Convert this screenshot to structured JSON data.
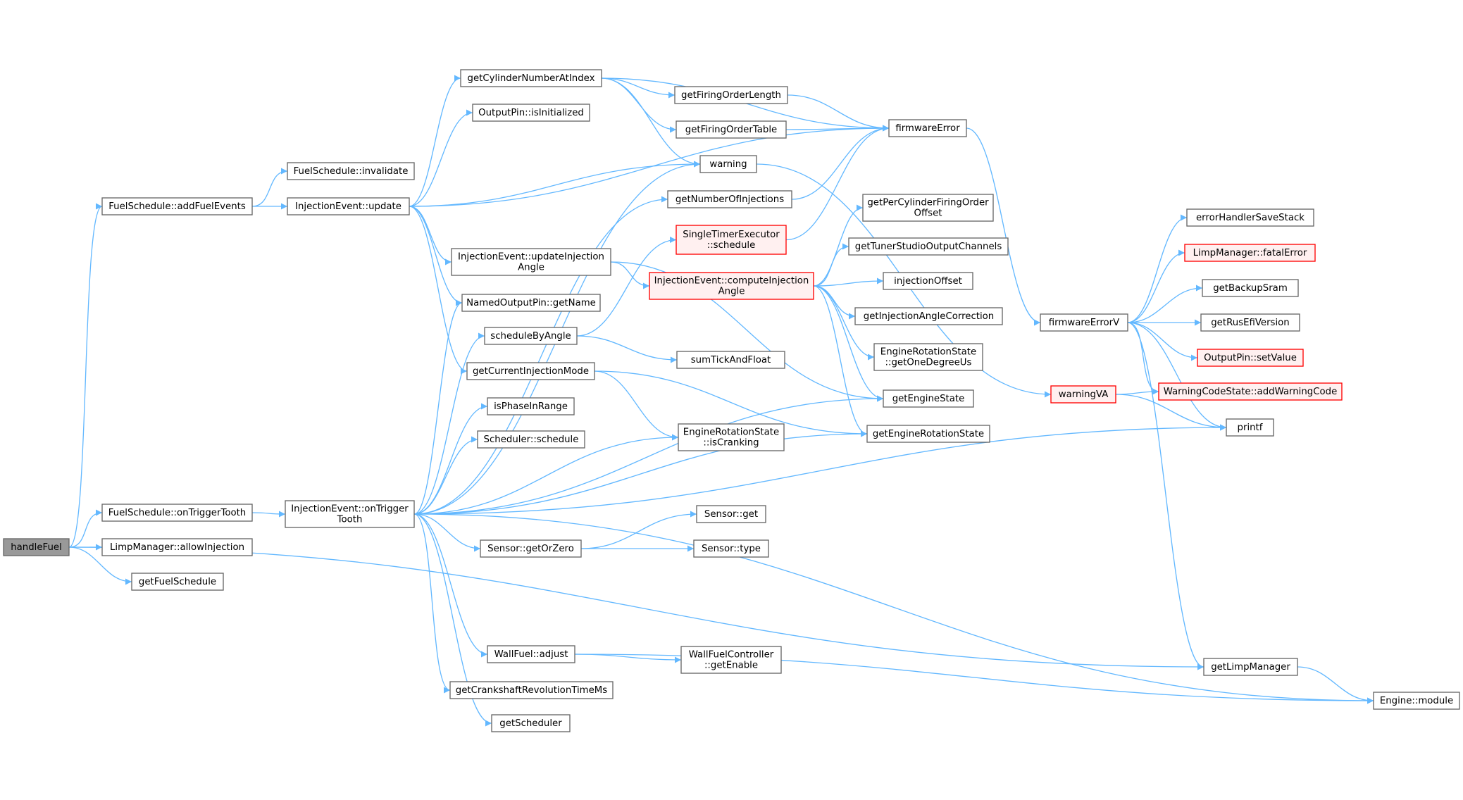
{
  "colors": {
    "edge": "#63b8ff",
    "node_fill": "#ffffff",
    "node_border": "#666666",
    "root_fill": "#999999",
    "root_border": "#666666",
    "alert_fill": "#fff0f0",
    "alert_border": "#ff0000"
  },
  "nodes": [
    {
      "id": "handleFuel",
      "lines": [
        "handleFuel"
      ],
      "style": "root"
    },
    {
      "id": "addFuelEvents",
      "lines": [
        "FuelSchedule::addFuelEvents"
      ],
      "style": "normal"
    },
    {
      "id": "onTriggerToothFS",
      "lines": [
        "FuelSchedule::onTriggerTooth"
      ],
      "style": "normal"
    },
    {
      "id": "allowInjection",
      "lines": [
        "LimpManager::allowInjection"
      ],
      "style": "normal"
    },
    {
      "id": "getFuelSchedule",
      "lines": [
        "getFuelSchedule"
      ],
      "style": "normal"
    },
    {
      "id": "invalidate",
      "lines": [
        "FuelSchedule::invalidate"
      ],
      "style": "normal"
    },
    {
      "id": "ieUpdate",
      "lines": [
        "InjectionEvent::update"
      ],
      "style": "normal"
    },
    {
      "id": "ieOnTriggerTooth",
      "lines": [
        "InjectionEvent::onTrigger",
        "Tooth"
      ],
      "style": "normal"
    },
    {
      "id": "getCylinderNumberAtIndex",
      "lines": [
        "getCylinderNumberAtIndex"
      ],
      "style": "normal"
    },
    {
      "id": "isInitialized",
      "lines": [
        "OutputPin::isInitialized"
      ],
      "style": "normal"
    },
    {
      "id": "updateInjectionAngle",
      "lines": [
        "InjectionEvent::updateInjection",
        "Angle"
      ],
      "style": "normal"
    },
    {
      "id": "getName",
      "lines": [
        "NamedOutputPin::getName"
      ],
      "style": "normal"
    },
    {
      "id": "scheduleByAngle",
      "lines": [
        "scheduleByAngle"
      ],
      "style": "normal"
    },
    {
      "id": "getCurrentInjectionMode",
      "lines": [
        "getCurrentInjectionMode"
      ],
      "style": "normal"
    },
    {
      "id": "isPhaseInRange",
      "lines": [
        "isPhaseInRange"
      ],
      "style": "normal"
    },
    {
      "id": "schedulerSchedule",
      "lines": [
        "Scheduler::schedule"
      ],
      "style": "normal"
    },
    {
      "id": "getOrZero",
      "lines": [
        "Sensor::getOrZero"
      ],
      "style": "normal"
    },
    {
      "id": "wallAdjust",
      "lines": [
        "WallFuel::adjust"
      ],
      "style": "normal"
    },
    {
      "id": "getCrankshaftRevolutionTimeMs",
      "lines": [
        "getCrankshaftRevolutionTimeMs"
      ],
      "style": "normal"
    },
    {
      "id": "getScheduler",
      "lines": [
        "getScheduler"
      ],
      "style": "normal"
    },
    {
      "id": "getFiringOrderLength",
      "lines": [
        "getFiringOrderLength"
      ],
      "style": "normal"
    },
    {
      "id": "getFiringOrderTable",
      "lines": [
        "getFiringOrderTable"
      ],
      "style": "normal"
    },
    {
      "id": "warning",
      "lines": [
        "warning"
      ],
      "style": "normal"
    },
    {
      "id": "getNumberOfInjections",
      "lines": [
        "getNumberOfInjections"
      ],
      "style": "normal"
    },
    {
      "id": "stSchedule",
      "lines": [
        "SingleTimerExecutor",
        "::schedule"
      ],
      "style": "alert"
    },
    {
      "id": "computeInjectionAngle",
      "lines": [
        "InjectionEvent::computeInjection",
        "Angle"
      ],
      "style": "alert"
    },
    {
      "id": "sumTickAndFloat",
      "lines": [
        "sumTickAndFloat"
      ],
      "style": "normal"
    },
    {
      "id": "isCranking",
      "lines": [
        "EngineRotationState",
        "::isCranking"
      ],
      "style": "normal"
    },
    {
      "id": "sensorGet",
      "lines": [
        "Sensor::get"
      ],
      "style": "normal"
    },
    {
      "id": "sensorType",
      "lines": [
        "Sensor::type"
      ],
      "style": "normal"
    },
    {
      "id": "wallGetEnable",
      "lines": [
        "WallFuelController",
        "::getEnable"
      ],
      "style": "normal"
    },
    {
      "id": "firmwareError",
      "lines": [
        "firmwareError"
      ],
      "style": "normal"
    },
    {
      "id": "getPerCylinderFiringOrderOffset",
      "lines": [
        "getPerCylinderFiringOrder",
        "Offset"
      ],
      "style": "normal"
    },
    {
      "id": "getTunerStudioOutputChannels",
      "lines": [
        "getTunerStudioOutputChannels"
      ],
      "style": "normal"
    },
    {
      "id": "injectionOffset",
      "lines": [
        "injectionOffset"
      ],
      "style": "normal"
    },
    {
      "id": "getInjectionAngleCorrection",
      "lines": [
        "getInjectionAngleCorrection"
      ],
      "style": "normal"
    },
    {
      "id": "getOneDegreeUs",
      "lines": [
        "EngineRotationState",
        "::getOneDegreeUs"
      ],
      "style": "normal"
    },
    {
      "id": "getEngineState",
      "lines": [
        "getEngineState"
      ],
      "style": "normal"
    },
    {
      "id": "getEngineRotationState",
      "lines": [
        "getEngineRotationState"
      ],
      "style": "normal"
    },
    {
      "id": "firmwareErrorV",
      "lines": [
        "firmwareErrorV"
      ],
      "style": "normal"
    },
    {
      "id": "warningVA",
      "lines": [
        "warningVA"
      ],
      "style": "alert"
    },
    {
      "id": "getLimpManager",
      "lines": [
        "getLimpManager"
      ],
      "style": "normal"
    },
    {
      "id": "errorHandlerSaveStack",
      "lines": [
        "errorHandlerSaveStack"
      ],
      "style": "normal"
    },
    {
      "id": "fatalError",
      "lines": [
        "LimpManager::fatalError"
      ],
      "style": "alert"
    },
    {
      "id": "getBackupSram",
      "lines": [
        "getBackupSram"
      ],
      "style": "normal"
    },
    {
      "id": "getRusEfiVersion",
      "lines": [
        "getRusEfiVersion"
      ],
      "style": "normal"
    },
    {
      "id": "setValue",
      "lines": [
        "OutputPin::setValue"
      ],
      "style": "alert"
    },
    {
      "id": "addWarningCode",
      "lines": [
        "WarningCodeState::addWarningCode"
      ],
      "style": "alert"
    },
    {
      "id": "printf",
      "lines": [
        "printf"
      ],
      "style": "normal"
    },
    {
      "id": "engineModule",
      "lines": [
        "Engine::module"
      ],
      "style": "normal"
    }
  ],
  "edges": [
    [
      "handleFuel",
      "addFuelEvents"
    ],
    [
      "handleFuel",
      "onTriggerToothFS"
    ],
    [
      "handleFuel",
      "allowInjection"
    ],
    [
      "handleFuel",
      "getFuelSchedule"
    ],
    [
      "handleFuel",
      "getLimpManager"
    ],
    [
      "addFuelEvents",
      "invalidate"
    ],
    [
      "addFuelEvents",
      "ieUpdate"
    ],
    [
      "onTriggerToothFS",
      "ieOnTriggerTooth"
    ],
    [
      "ieUpdate",
      "getCylinderNumberAtIndex"
    ],
    [
      "ieUpdate",
      "isInitialized"
    ],
    [
      "ieUpdate",
      "firmwareError"
    ],
    [
      "ieUpdate",
      "warning"
    ],
    [
      "ieUpdate",
      "updateInjectionAngle"
    ],
    [
      "ieUpdate",
      "getName"
    ],
    [
      "ieUpdate",
      "getCurrentInjectionMode"
    ],
    [
      "getCylinderNumberAtIndex",
      "getFiringOrderLength"
    ],
    [
      "getCylinderNumberAtIndex",
      "getFiringOrderTable"
    ],
    [
      "getCylinderNumberAtIndex",
      "firmwareError"
    ],
    [
      "getCylinderNumberAtIndex",
      "warning"
    ],
    [
      "getFiringOrderLength",
      "firmwareError"
    ],
    [
      "getFiringOrderTable",
      "firmwareError"
    ],
    [
      "getNumberOfInjections",
      "firmwareError"
    ],
    [
      "stSchedule",
      "firmwareError"
    ],
    [
      "warning",
      "warningVA"
    ],
    [
      "updateInjectionAngle",
      "computeInjectionAngle"
    ],
    [
      "updateInjectionAngle",
      "getEngineState"
    ],
    [
      "computeInjectionAngle",
      "getPerCylinderFiringOrderOffset"
    ],
    [
      "computeInjectionAngle",
      "getTunerStudioOutputChannels"
    ],
    [
      "computeInjectionAngle",
      "injectionOffset"
    ],
    [
      "computeInjectionAngle",
      "getInjectionAngleCorrection"
    ],
    [
      "computeInjectionAngle",
      "getOneDegreeUs"
    ],
    [
      "computeInjectionAngle",
      "getEngineState"
    ],
    [
      "computeInjectionAngle",
      "getEngineRotationState"
    ],
    [
      "scheduleByAngle",
      "stSchedule"
    ],
    [
      "scheduleByAngle",
      "sumTickAndFloat"
    ],
    [
      "getCurrentInjectionMode",
      "isCranking"
    ],
    [
      "getCurrentInjectionMode",
      "getEngineRotationState"
    ],
    [
      "ieOnTriggerTooth",
      "warning"
    ],
    [
      "ieOnTriggerTooth",
      "getNumberOfInjections"
    ],
    [
      "ieOnTriggerTooth",
      "getName"
    ],
    [
      "ieOnTriggerTooth",
      "scheduleByAngle"
    ],
    [
      "ieOnTriggerTooth",
      "isPhaseInRange"
    ],
    [
      "ieOnTriggerTooth",
      "schedulerSchedule"
    ],
    [
      "ieOnTriggerTooth",
      "isCranking"
    ],
    [
      "ieOnTriggerTooth",
      "getEngineState"
    ],
    [
      "ieOnTriggerTooth",
      "getOrZero"
    ],
    [
      "ieOnTriggerTooth",
      "getEngineRotationState"
    ],
    [
      "ieOnTriggerTooth",
      "printf"
    ],
    [
      "ieOnTriggerTooth",
      "wallAdjust"
    ],
    [
      "ieOnTriggerTooth",
      "getCrankshaftRevolutionTimeMs"
    ],
    [
      "ieOnTriggerTooth",
      "getScheduler"
    ],
    [
      "ieOnTriggerTooth",
      "engineModule"
    ],
    [
      "getOrZero",
      "sensorGet"
    ],
    [
      "getOrZero",
      "sensorType"
    ],
    [
      "wallAdjust",
      "wallGetEnable"
    ],
    [
      "wallAdjust",
      "engineModule"
    ],
    [
      "firmwareError",
      "firmwareErrorV"
    ],
    [
      "firmwareErrorV",
      "errorHandlerSaveStack"
    ],
    [
      "firmwareErrorV",
      "fatalError"
    ],
    [
      "firmwareErrorV",
      "getBackupSram"
    ],
    [
      "firmwareErrorV",
      "getRusEfiVersion"
    ],
    [
      "firmwareErrorV",
      "setValue"
    ],
    [
      "firmwareErrorV",
      "addWarningCode"
    ],
    [
      "firmwareErrorV",
      "printf"
    ],
    [
      "firmwareErrorV",
      "getLimpManager"
    ],
    [
      "warningVA",
      "addWarningCode"
    ],
    [
      "warningVA",
      "printf"
    ],
    [
      "getLimpManager",
      "engineModule"
    ]
  ]
}
